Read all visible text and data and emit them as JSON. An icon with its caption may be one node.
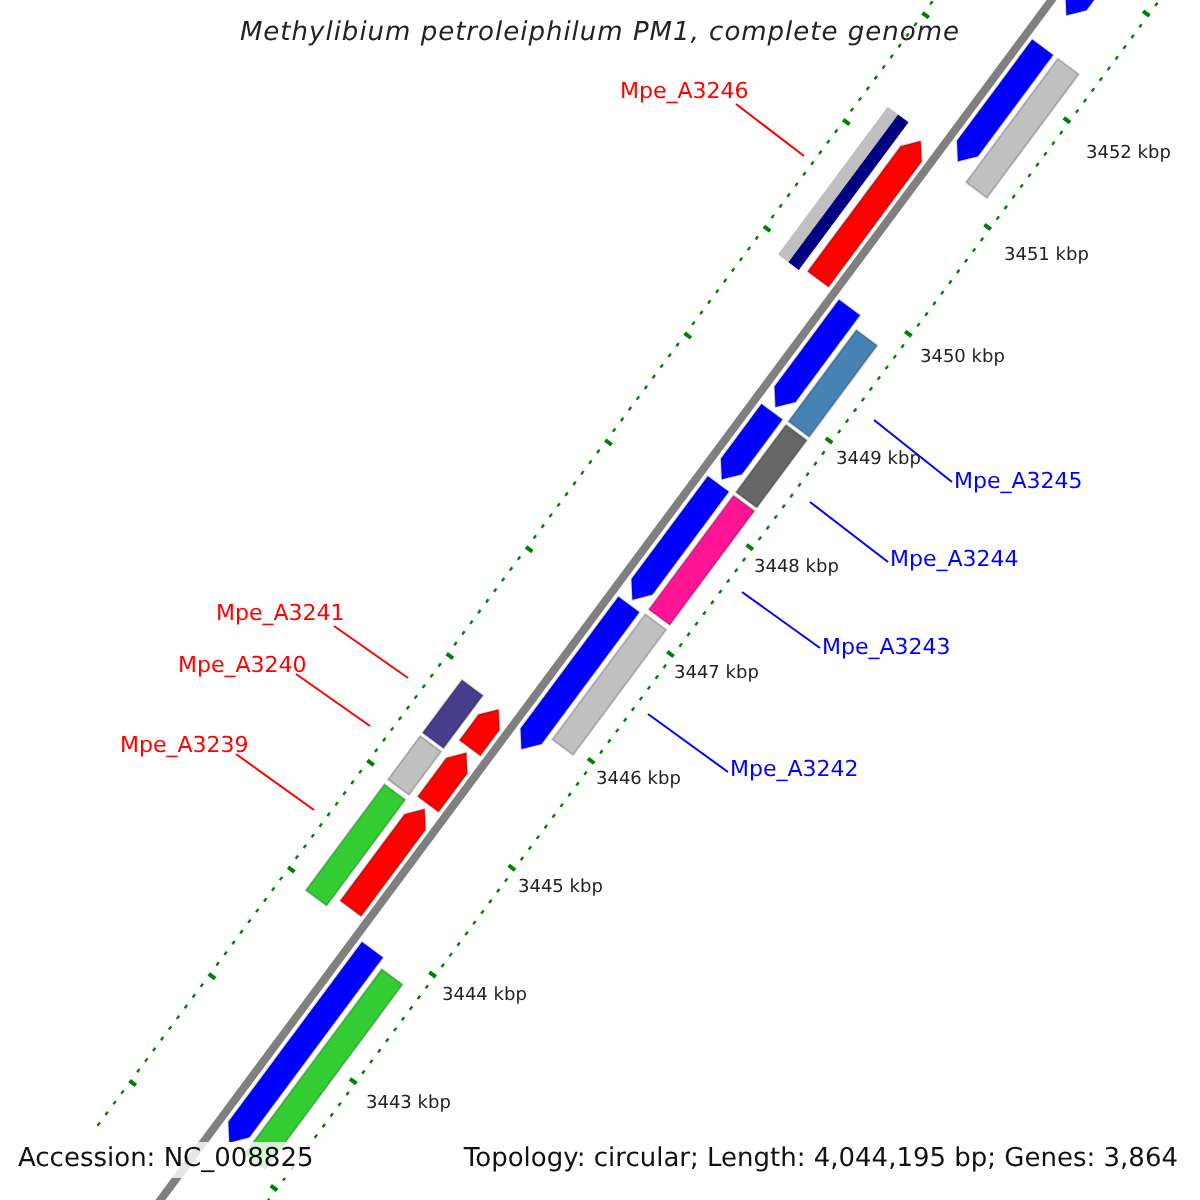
{
  "diagram": {
    "title": "Methylibium petroleiphilum PM1, complete genome",
    "nodes": [
      {
        "text": [
          "Mpe_A3246"
        ]
      },
      {
        "text": [],
        "shape": "bar"
      },
      {
        "text": [
          "Mpe_A3245"
        ]
      },
      {
        "text": [],
        "shape": "bar"
      },
      {
        "text": [
          "Mpe_A3244"
        ]
      },
      {
        "text": [],
        "shape": "bar"
      },
      {
        "text": [
          "Mpe_A3243"
        ]
      },
      {
        "text": [],
        "shape": "bar"
      },
      {
        "text": [
          "Mpe_A3242"
        ]
      },
      {
        "text": [],
        "shape": "bar"
      },
      {
        "text": [
          "Mpe_A3241"
        ]
      },
      {
        "text": [],
        "shape": "bar"
      },
      {
        "text": [
          "Mpe_A3240"
        ]
      },
      {
        "text": [],
        "shape": "bar"
      },
      {
        "text": [
          "Mpe_A3239"
        ]
      },
      {
        "text": [],
        "shape": "bar"
      },
      {
        "text": [],
        "shape": "bar"
      },
      {
        "text": [],
        "shape": "bar"
      },
      {
        "text": [],
        "shape": "bar"
      },
      {
        "text": [],
        "shape": "bar"
      },
      {
        "text": [],
        "shape": "bar"
      },
      {
        "text": [],
        "shape": "bar"
      },
      {
        "text": [],
        "shape": "bar"
      },
      {
        "text": [],
        "shape": "bar"
      },
      {
        "text": [],
        "shape": "bar"
      },
      {
        "text": [],
        "shape": "bar"
      },
      {
        "text": [],
        "shape": "bar"
      },
      {
        "text": [],
        "shape": "bar"
      },
      {
        "text": [],
        "shape": "bar"
      }
    ],
    "edges": [
      {
        "from": 0,
        "to": 1,
        "arrow": "none",
        "color": "#ff0000"
      },
      {
        "from": 2,
        "to": 3,
        "arrow": "none",
        "color": "#0000ff"
      },
      {
        "from": 4,
        "to": 5,
        "arrow": "none",
        "color": "#0000ff"
      },
      {
        "from": 6,
        "to": 7,
        "arrow": "none",
        "color": "#0000ff"
      },
      {
        "from": 8,
        "to": 9,
        "arrow": "none",
        "color": "#0000ff"
      },
      {
        "from": 10,
        "to": 11,
        "arrow": "none",
        "color": "#ff0000"
      },
      {
        "from": 12,
        "to": 13,
        "arrow": "none",
        "color": "#ff0000"
      },
      {
        "from": 14,
        "to": 15,
        "arrow": "none",
        "color": "#ff0000"
      }
    ],
    "labels": [
      "3452 kbp",
      "3451 kbp",
      "3450 kbp",
      "3449 kbp",
      "3448 kbp",
      "3447 kbp",
      "3446 kbp",
      "3445 kbp",
      "3444 kbp",
      "3443 kbp",
      "Accession: NC_008825",
      "Topology: circular; Length: 4,044,195 bp; Genes: 3,864"
    ]
  }
}
